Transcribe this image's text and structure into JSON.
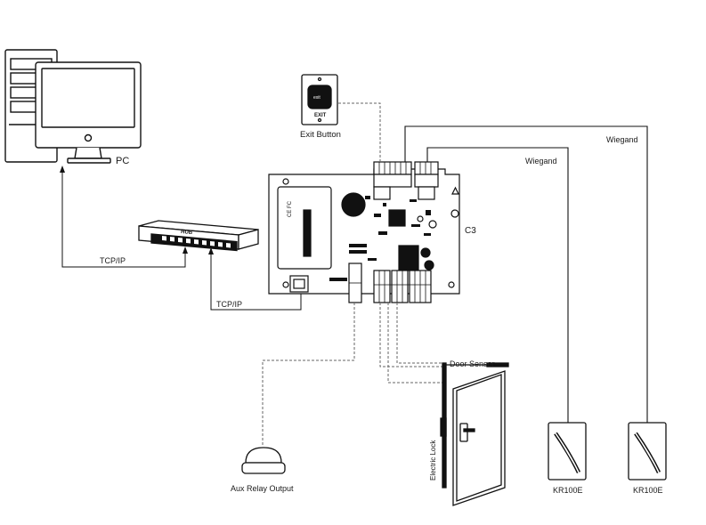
{
  "labels": {
    "pc": "PC",
    "exit_button": "Exit Button",
    "exit_text": "EXIT",
    "hub": "HUB",
    "tcpip_1": "TCP/IP",
    "tcpip_2": "TCP/IP",
    "controller_model": "C3",
    "wiegand_1": "Wiegand",
    "wiegand_2": "Wiegand",
    "door_sensor": "Door Sensor",
    "electric_lock": "Electric Lock",
    "aux_relay": "Aux Relay Output",
    "reader_1": "KR100E",
    "reader_2": "KR100E",
    "ce_fc": "CE FC"
  }
}
